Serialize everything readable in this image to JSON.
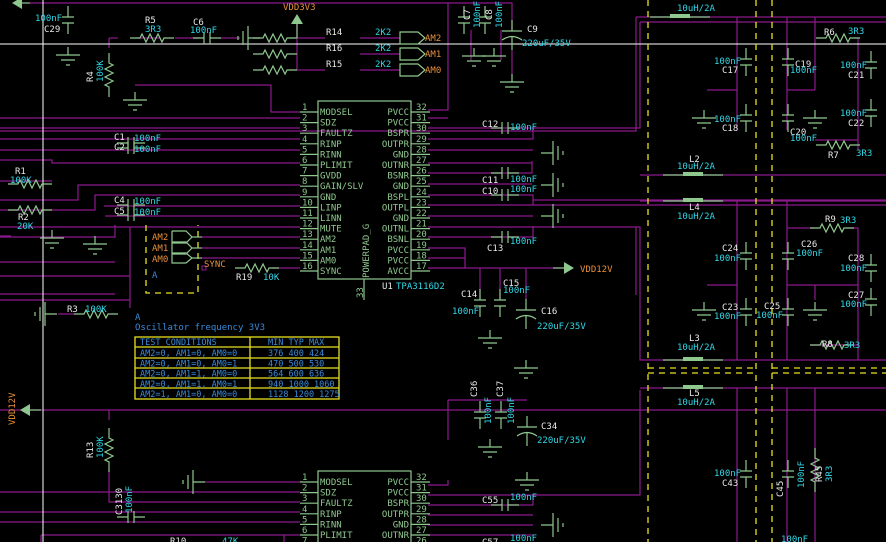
{
  "app": {
    "title": "Schematic Editor - TPA3116D2 amplifier"
  },
  "colors": {
    "wire": "#8b1a8b",
    "pin": "#8fc88f",
    "value": "#30d8e8",
    "reference": "#e8e8e8",
    "net_label": "#e8903a",
    "table_border": "#e8e020",
    "table_text": "#3a8ad8",
    "crosshair": "#ffffff",
    "background": "#000000"
  },
  "power_ports": {
    "vdd3v3": "VDD3V3",
    "vdd12v_right": "VDD12V",
    "vdd12v_left": "VDD12V"
  },
  "net_labels": {
    "am2": "AM2",
    "am1": "AM1",
    "am0": "AM0",
    "sync": "SYNC",
    "sheet_a": "A"
  },
  "ic": {
    "ref": "U1",
    "part": "TPA3116D2",
    "pad_label": "POWERPAD_G",
    "pad_pin": "33",
    "left_pins": [
      {
        "num": "1",
        "name": "MODSEL"
      },
      {
        "num": "2",
        "name": "SDZ"
      },
      {
        "num": "3",
        "name": "FAULTZ"
      },
      {
        "num": "4",
        "name": "RINP"
      },
      {
        "num": "5",
        "name": "RINN"
      },
      {
        "num": "6",
        "name": "PLIMIT"
      },
      {
        "num": "7",
        "name": "GVDD"
      },
      {
        "num": "8",
        "name": "GAIN/SLV"
      },
      {
        "num": "9",
        "name": "GND"
      },
      {
        "num": "10",
        "name": "LINP"
      },
      {
        "num": "11",
        "name": "LINN"
      },
      {
        "num": "12",
        "name": "MUTE"
      },
      {
        "num": "13",
        "name": "AM2"
      },
      {
        "num": "14",
        "name": "AM1"
      },
      {
        "num": "15",
        "name": "AM0"
      },
      {
        "num": "16",
        "name": "SYNC"
      }
    ],
    "right_pins": [
      {
        "num": "32",
        "name": "PVCC"
      },
      {
        "num": "31",
        "name": "PVCC"
      },
      {
        "num": "30",
        "name": "BSPR"
      },
      {
        "num": "29",
        "name": "OUTPR"
      },
      {
        "num": "28",
        "name": "GND"
      },
      {
        "num": "27",
        "name": "OUTNR"
      },
      {
        "num": "26",
        "name": "BSNR"
      },
      {
        "num": "25",
        "name": "GND"
      },
      {
        "num": "24",
        "name": "BSPL"
      },
      {
        "num": "23",
        "name": "OUTPL"
      },
      {
        "num": "22",
        "name": "GND"
      },
      {
        "num": "21",
        "name": "OUTNL"
      },
      {
        "num": "20",
        "name": "BSNL"
      },
      {
        "num": "19",
        "name": "PVCC"
      },
      {
        "num": "18",
        "name": "PVCC"
      },
      {
        "num": "17",
        "name": "AVCC"
      }
    ]
  },
  "ic2": {
    "left_pins": [
      {
        "num": "1",
        "name": "MODSEL"
      },
      {
        "num": "2",
        "name": "SDZ"
      },
      {
        "num": "3",
        "name": "FAULTZ"
      },
      {
        "num": "4",
        "name": "RINP"
      },
      {
        "num": "5",
        "name": "RINN"
      },
      {
        "num": "6",
        "name": "PLIMIT"
      },
      {
        "num": "7",
        "name": ""
      }
    ],
    "right_pins": [
      {
        "num": "32",
        "name": "PVCC"
      },
      {
        "num": "31",
        "name": "PVCC"
      },
      {
        "num": "30",
        "name": "BSPR"
      },
      {
        "num": "29",
        "name": "OUTPR"
      },
      {
        "num": "28",
        "name": "GND"
      },
      {
        "num": "27",
        "name": "OUTNR"
      },
      {
        "num": "26",
        "name": ""
      }
    ]
  },
  "components": {
    "C29": {
      "ref": "C29",
      "val": "100nF"
    },
    "R5": {
      "ref": "R5",
      "val": "3R3"
    },
    "C6": {
      "ref": "C6",
      "val": "100nF"
    },
    "R4": {
      "ref": "R4",
      "val": "100K"
    },
    "R14": {
      "ref": "R14",
      "val": "2K2"
    },
    "R16": {
      "ref": "R16",
      "val": "2K2"
    },
    "R15": {
      "ref": "R15",
      "val": "2K2"
    },
    "C7": {
      "ref": "C7",
      "val": "100nF"
    },
    "C8": {
      "ref": "C8",
      "val": "100nF"
    },
    "C9": {
      "ref": "C9",
      "val": "220uF/35V"
    },
    "C1": {
      "ref": "C1",
      "val": "100nF"
    },
    "C2": {
      "ref": "C2",
      "val": "100nF"
    },
    "R1": {
      "ref": "R1",
      "val": "100K"
    },
    "R2": {
      "ref": "R2",
      "val": "20K"
    },
    "C4": {
      "ref": "C4",
      "val": "100nF"
    },
    "C5": {
      "ref": "C5",
      "val": "100nF"
    },
    "R19": {
      "ref": "R19",
      "val": "10K"
    },
    "R3": {
      "ref": "R3",
      "val": "100K"
    },
    "C12": {
      "ref": "C12",
      "val": "100nF"
    },
    "C11": {
      "ref": "C11",
      "val": "100nF"
    },
    "C10": {
      "ref": "C10",
      "val": "100nF"
    },
    "C13": {
      "ref": "C13",
      "val": "100nF"
    },
    "C14": {
      "ref": "C14",
      "val": "100nF"
    },
    "C15": {
      "ref": "C15",
      "val": "100nF"
    },
    "C16": {
      "ref": "C16",
      "val": "220uF/35V"
    },
    "L1": {
      "val": "10uH/2A"
    },
    "C17": {
      "ref": "C17",
      "val": "100nF"
    },
    "C18": {
      "ref": "C18",
      "val": "100nF"
    },
    "C19": {
      "ref": "C19",
      "val": "100nF"
    },
    "C20": {
      "ref": "C20",
      "val": "100nF"
    },
    "C21": {
      "ref": "C21",
      "val": "100nF"
    },
    "C22": {
      "ref": "C22",
      "val": "100nF"
    },
    "R6": {
      "ref": "R6",
      "val": "3R3"
    },
    "R7": {
      "ref": "R7",
      "val": "3R3"
    },
    "L2": {
      "ref": "L2",
      "val": "10uH/2A"
    },
    "L4": {
      "ref": "L4",
      "val": "10uH/2A"
    },
    "L3": {
      "ref": "L3",
      "val": "10uH/2A"
    },
    "L5": {
      "ref": "L5",
      "val": "10uH/2A"
    },
    "C24": {
      "ref": "C24",
      "val": "100nF"
    },
    "C26": {
      "ref": "C26",
      "val": "100nF"
    },
    "C23": {
      "ref": "C23",
      "val": "100nF"
    },
    "C25": {
      "ref": "C25",
      "val": "100nF"
    },
    "C28": {
      "ref": "C28",
      "val": "100nF"
    },
    "C27": {
      "ref": "C27",
      "val": "100nF"
    },
    "R9": {
      "ref": "R9",
      "val": "3R3"
    },
    "R8": {
      "ref": "R8",
      "val": "3R3"
    },
    "C36": {
      "ref": "C36",
      "val": "100nF"
    },
    "C37": {
      "ref": "C37",
      "val": "100nF"
    },
    "C34": {
      "ref": "C34",
      "val": "220uF/35V"
    },
    "C55": {
      "ref": "C55",
      "val": "100nF"
    },
    "C57": {
      "ref": "C57",
      "val": "100nF"
    },
    "C43": {
      "ref": "C43",
      "val": "100nF"
    },
    "C45": {
      "ref": "C45",
      "val": "100nF"
    },
    "R45": {
      "ref": "R45",
      "val": "3R3"
    },
    "R13": {
      "ref": "R13",
      "val": "100K"
    },
    "C30": {
      "ref": "C3130",
      "val": "100nF"
    },
    "R10": {
      "ref": "R10",
      "val": "47K"
    },
    "C44": {
      "val": "100nF"
    }
  },
  "note": {
    "marker": "A",
    "title": "Oscillator frequency  3V3",
    "headers": [
      "TEST CONDITIONS",
      "MIN TYP MAX"
    ],
    "rows": [
      [
        "AM2=0, AM1=0, AM0=0",
        "376 400 424"
      ],
      [
        "AM2=0, AM1=0, AM0=1",
        "470 500 530"
      ],
      [
        "AM2=0, AM1=1, AM0=0",
        "564 600 636"
      ],
      [
        "AM2=0, AM1=1, AM0=1",
        "940 1000 1060"
      ],
      [
        "AM2=1, AM1=0, AM0=0",
        "1128 1200 1275"
      ]
    ]
  }
}
